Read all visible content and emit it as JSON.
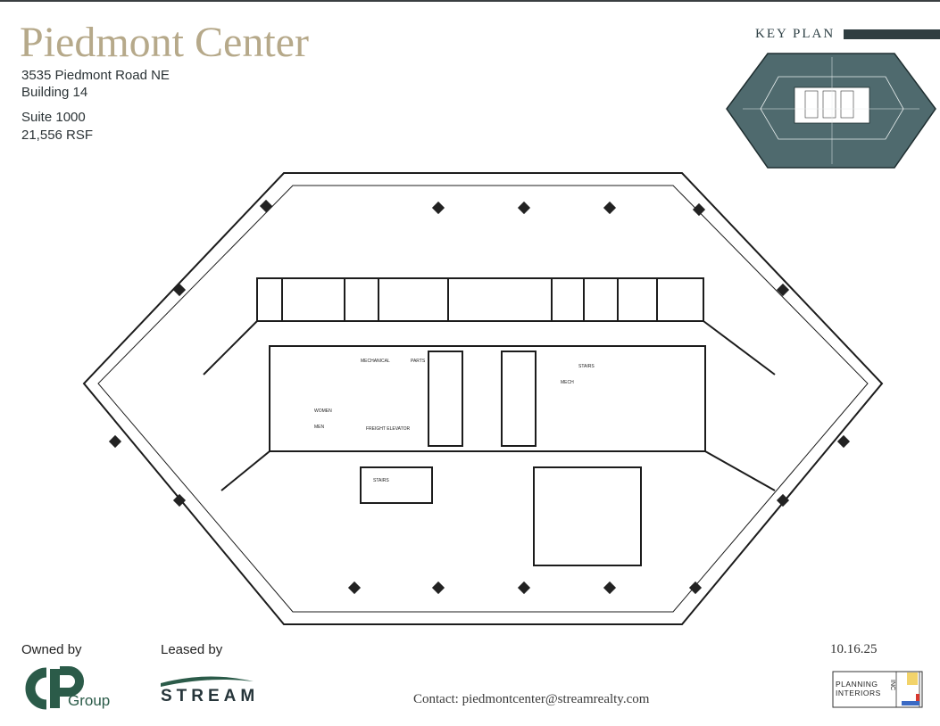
{
  "header": {
    "title": "Piedmont Center",
    "address": "3535 Piedmont Road NE",
    "building": "Building 14",
    "suite": "Suite 1000",
    "area": "21,556 RSF"
  },
  "key_plan": {
    "label": "KEY PLAN",
    "fill_color": "#4f6a6e"
  },
  "floor_plan": {
    "room_labels": [
      "MECHANICAL",
      "PARTS",
      "STAIRS",
      "WOMEN",
      "MEN",
      "FREIGHT ELEVATOR",
      "STAIRS",
      "MECH"
    ]
  },
  "footer": {
    "owned_by_label": "Owned by",
    "owner_logo_group": "Group",
    "leased_by_label": "Leased by",
    "lessor_logo": "STREAM",
    "contact": "Contact: piedmontcenter@streamrealty.com",
    "date": "10.16.25",
    "architect_logo_line1": "PLANNING",
    "architect_logo_line2": "INTERIORS",
    "architect_logo_inc": "INC"
  },
  "colors": {
    "title": "#b6a98a",
    "brand_green": "#2b5b49",
    "dark": "#2f3d40"
  }
}
